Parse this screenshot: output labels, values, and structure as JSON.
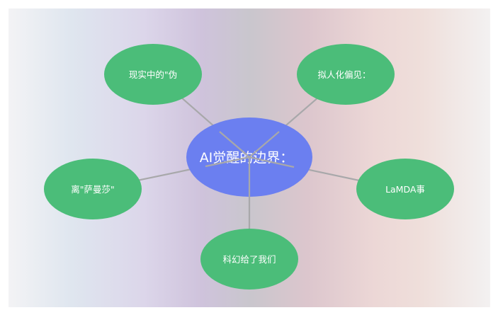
{
  "diagram": {
    "center": {
      "label": "AI觉醒的边界：",
      "color": "#6b7ff0"
    },
    "branch_color": "#4bbd79",
    "connector_color": "#a8a8aa",
    "branches": [
      {
        "id": "top-left",
        "label": "现实中的\"伪"
      },
      {
        "id": "top-right",
        "label": "拟人化偏见："
      },
      {
        "id": "left",
        "label": "离\"萨曼莎\""
      },
      {
        "id": "right",
        "label": "LaMDA事"
      },
      {
        "id": "bottom",
        "label": "科幻给了我们"
      }
    ]
  }
}
